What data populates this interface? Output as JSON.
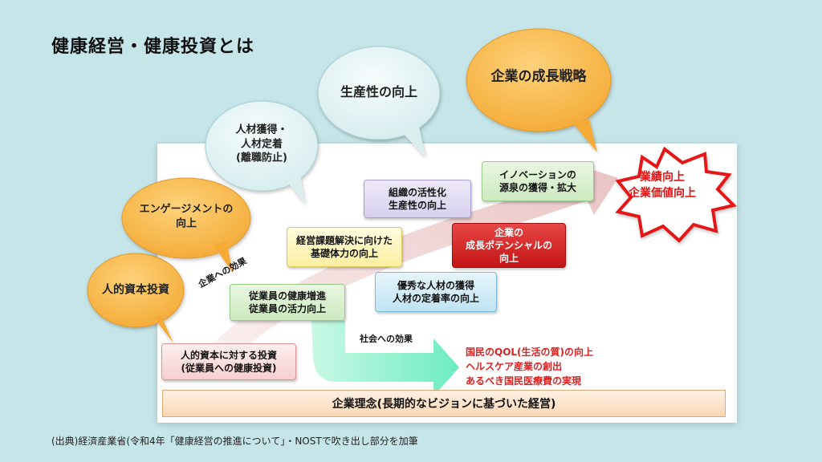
{
  "title": "健康経営・健康投資とは",
  "bubbles": {
    "jinteki": "人的資本投資",
    "engage_1": "エンゲージメントの",
    "engage_2": "向上",
    "jinzai_1": "人材獲得・",
    "jinzai_2": "人材定着",
    "jinzai_3": "(離職防止)",
    "seisansei": "生産性の向上",
    "seicho": "企業の成長戦略"
  },
  "boxes": {
    "investment_1": "人的資本に対する投資",
    "investment_2": "(従業員への健康投資)",
    "employee_1": "従業員の健康増進",
    "employee_2": "従業員の活力向上",
    "keiei_1": "経営課題解決に向けた",
    "keiei_2": "基礎体力の向上",
    "soshiki_1": "組織の活性化",
    "soshiki_2": "生産性の向上",
    "yushu_1": "優秀な人材の獲得",
    "yushu_2": "人材の定着率の向上",
    "potential_1": "企業の",
    "potential_2": "成長ポテンシャルの",
    "potential_3": "向上",
    "innovation_1": "イノベーションの",
    "innovation_2": "源泉の獲得・拡大"
  },
  "star": {
    "line1": "業績向上",
    "line2": "企業価値向上"
  },
  "labels": {
    "company_effect": "企業への効果",
    "social_effect": "社会への効果"
  },
  "social": {
    "line1": "国民のQOL(生活の質)の向上",
    "line2": "ヘルスケア産業の創出",
    "line3": "あるべき国民医療費の実現"
  },
  "base": "企業理念(長期的なビジョンに基づいた経営)",
  "source": "(出典)経済産業省(令和4年「健康経営の推進について」・NOSTで吹き出し部分を加筆",
  "colors": {
    "background": "#c6e5e9",
    "bubble_blue": "#e6f4f5",
    "bubble_orange": "#f7b74a",
    "star_red": "#e01414",
    "social_red": "#e02020",
    "arrow_green": "#7ff0c8",
    "arrow_pink": "#eec8c8"
  }
}
